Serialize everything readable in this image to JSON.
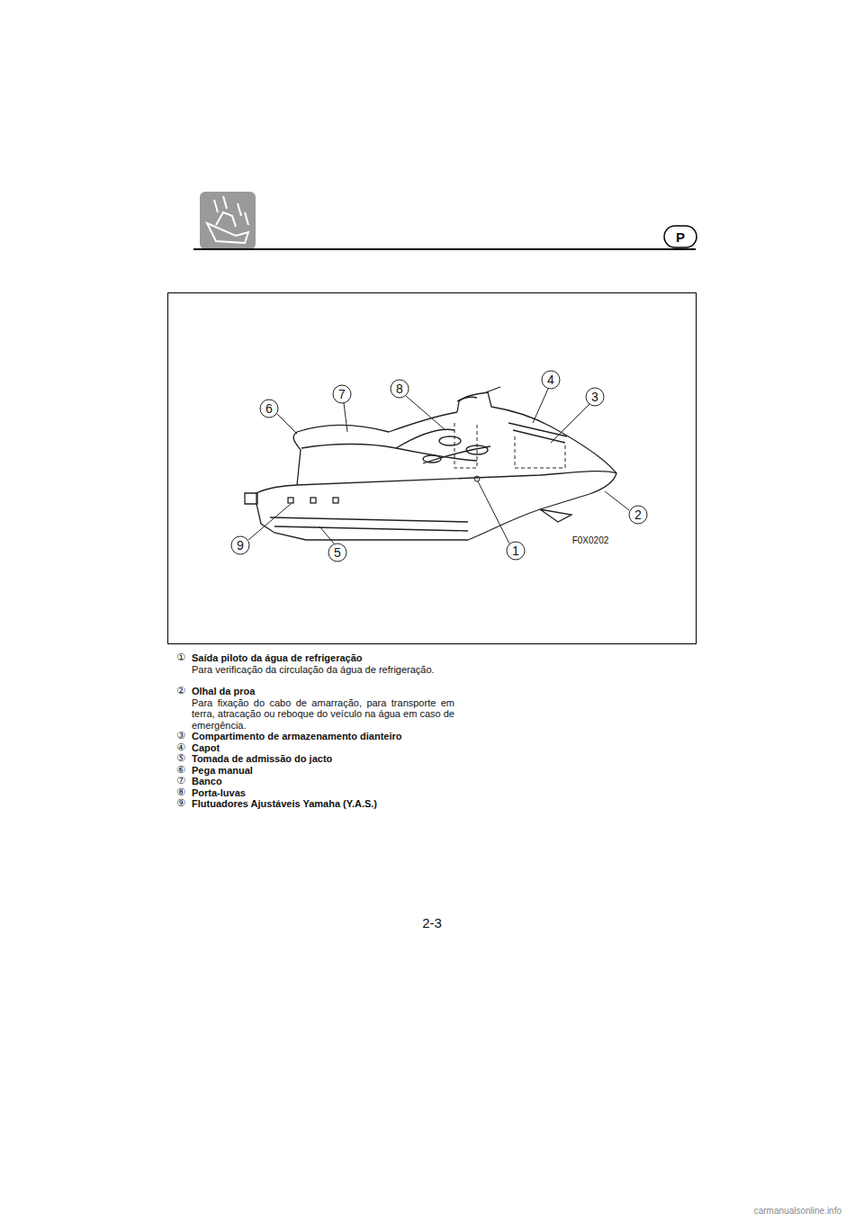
{
  "diagram": {
    "labels": [
      "P",
      "4",
      "8",
      "7",
      "3",
      "6",
      "2",
      "F0X0202",
      "9",
      "5",
      "1",
      "①",
      "Saída piloto da água de refrigeração",
      "Para verificação da circulação da água de refrigeração.",
      "②",
      "Olhal da proa",
      "Para fixação do cabo de amarração, para transporte em terra, atracação ou reboque do veículo na água em caso de emergência.",
      "③",
      "Compartimento de armazenamento dianteiro",
      "④",
      "Capot",
      "⑤",
      "Tomada de admissão do jacto",
      "⑥",
      "Pega manual",
      "⑦",
      "Banco",
      "⑧",
      "Porta-luvas",
      "⑨",
      "Flutuadores Ajustáveis Yamaha (Y.A.S.)",
      "2-3",
      "carmanualsonline.info"
    ]
  }
}
